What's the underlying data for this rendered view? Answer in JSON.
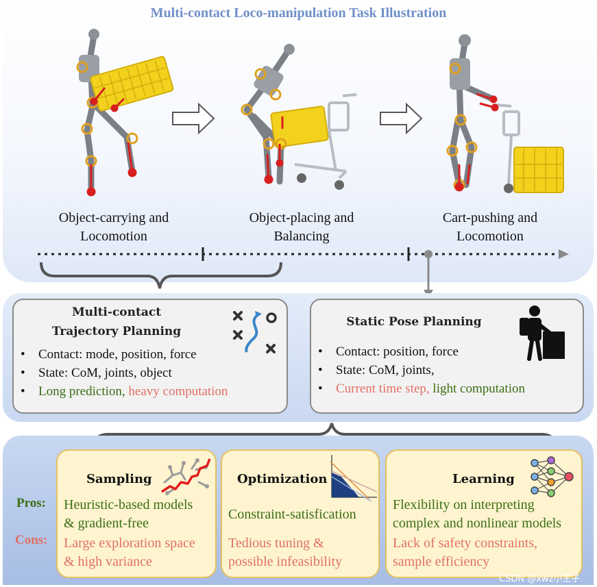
{
  "title": "Multi-contact Loco-manipulation Task Illustration",
  "stages": [
    {
      "line1": "Object-carrying and",
      "line2": "Locomotion"
    },
    {
      "line1": "Object-placing and",
      "line2": "Balancing"
    },
    {
      "line1": "Cart-pushing and",
      "line2": "Locomotion"
    }
  ],
  "trajectory": {
    "title_line1": "Multi-contact",
    "title_line2": "Trajectory Planning",
    "bullets": [
      "Contact: mode, position, force",
      "State: CoM, joints, object"
    ],
    "pro_text": "Long prediction,",
    "con_text": " heavy computation"
  },
  "static": {
    "title": "Static Pose Planning",
    "bullets": [
      "Contact: position, force",
      "State: CoM, joints,"
    ],
    "con_text": "Current time step,",
    "pro_text": " light computation"
  },
  "labels": {
    "pros": "Pros:",
    "cons": "Cons:"
  },
  "methods": [
    {
      "name": "Sampling",
      "pro1": "Heuristic-based models",
      "pro2": "& gradient-free",
      "con1": "Large exploration space",
      "con2": "& high variance"
    },
    {
      "name": "Optimization",
      "pro1": "Constraint-satisfication",
      "pro2": "",
      "con1": "Tedious tuning &",
      "con2": "possible infeasibility"
    },
    {
      "name": "Learning",
      "pro1": "Flexibility on interpreting",
      "pro2": "complex and nonlinear models",
      "con1": "Lack of safety constraints,",
      "con2": "sample efficiency"
    }
  ],
  "watermark": "CSDN @xwz小王子",
  "colors": {
    "title": "#6f8fc8",
    "pro": "#3b6e13",
    "con": "#e07065",
    "robot_joint": "#e0a020",
    "force": "#d81e1e",
    "basket": "#f3d21e"
  }
}
